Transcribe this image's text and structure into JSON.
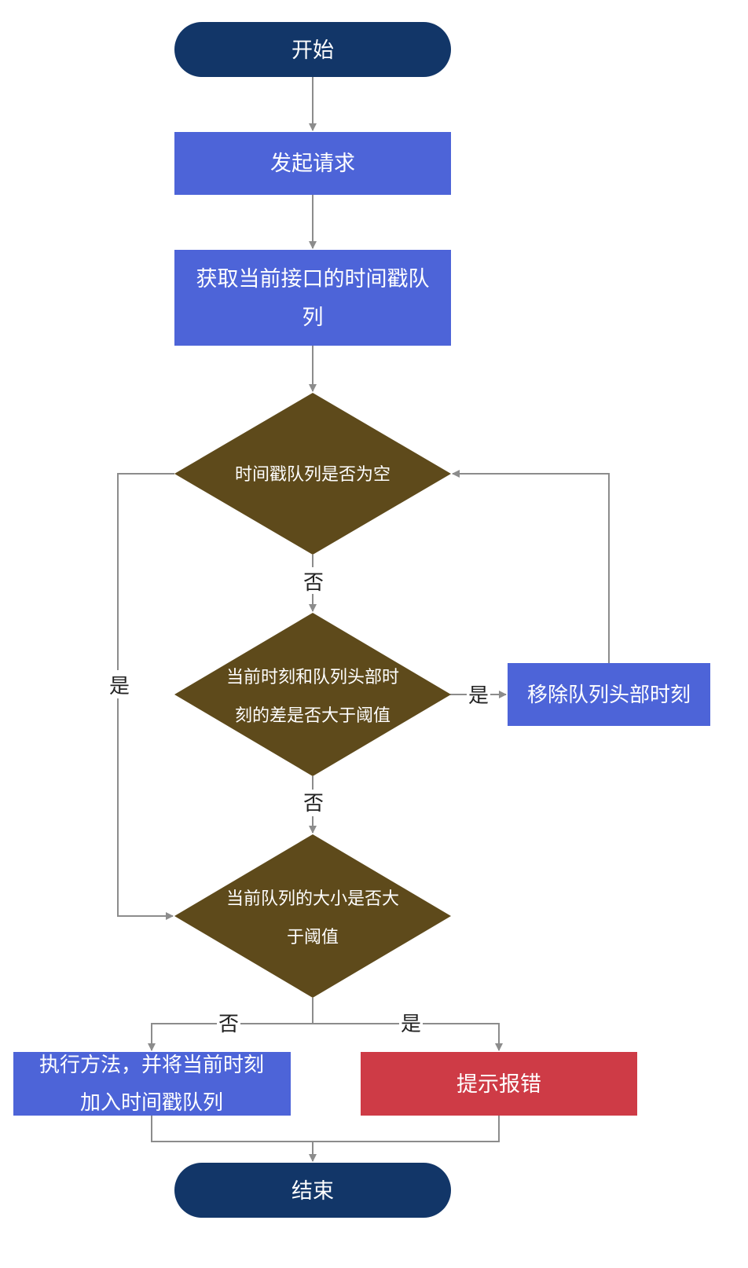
{
  "colors": {
    "terminal": "#123668",
    "process": "#4d64d8",
    "decision": "#5e4a1b",
    "error": "#ce3b46",
    "edge": "#8c8c8c",
    "text_on_node": "#ffffff",
    "edge_label": "#222222"
  },
  "nodes": {
    "start": {
      "text": "开始"
    },
    "send_request": {
      "text": "发起请求"
    },
    "get_queue": {
      "line1": "获取当前接口的时间戳队",
      "line2": "列"
    },
    "queue_empty": {
      "text": "时间戳队列是否为空"
    },
    "diff_over": {
      "line1": "当前时刻和队列头部时",
      "line2": "刻的差是否大于阈值"
    },
    "remove_head": {
      "text": "移除队列头部时刻"
    },
    "size_over": {
      "line1": "当前队列的大小是否大",
      "line2": "于阈值"
    },
    "execute": {
      "line1": "执行方法，并将当前时刻",
      "line2": "加入时间戳队列"
    },
    "error": {
      "text": "提示报错"
    },
    "end": {
      "text": "结束"
    }
  },
  "edge_labels": {
    "empty_no": "否",
    "empty_yes": "是",
    "diff_yes": "是",
    "diff_no": "否",
    "size_no": "否",
    "size_yes": "是"
  }
}
